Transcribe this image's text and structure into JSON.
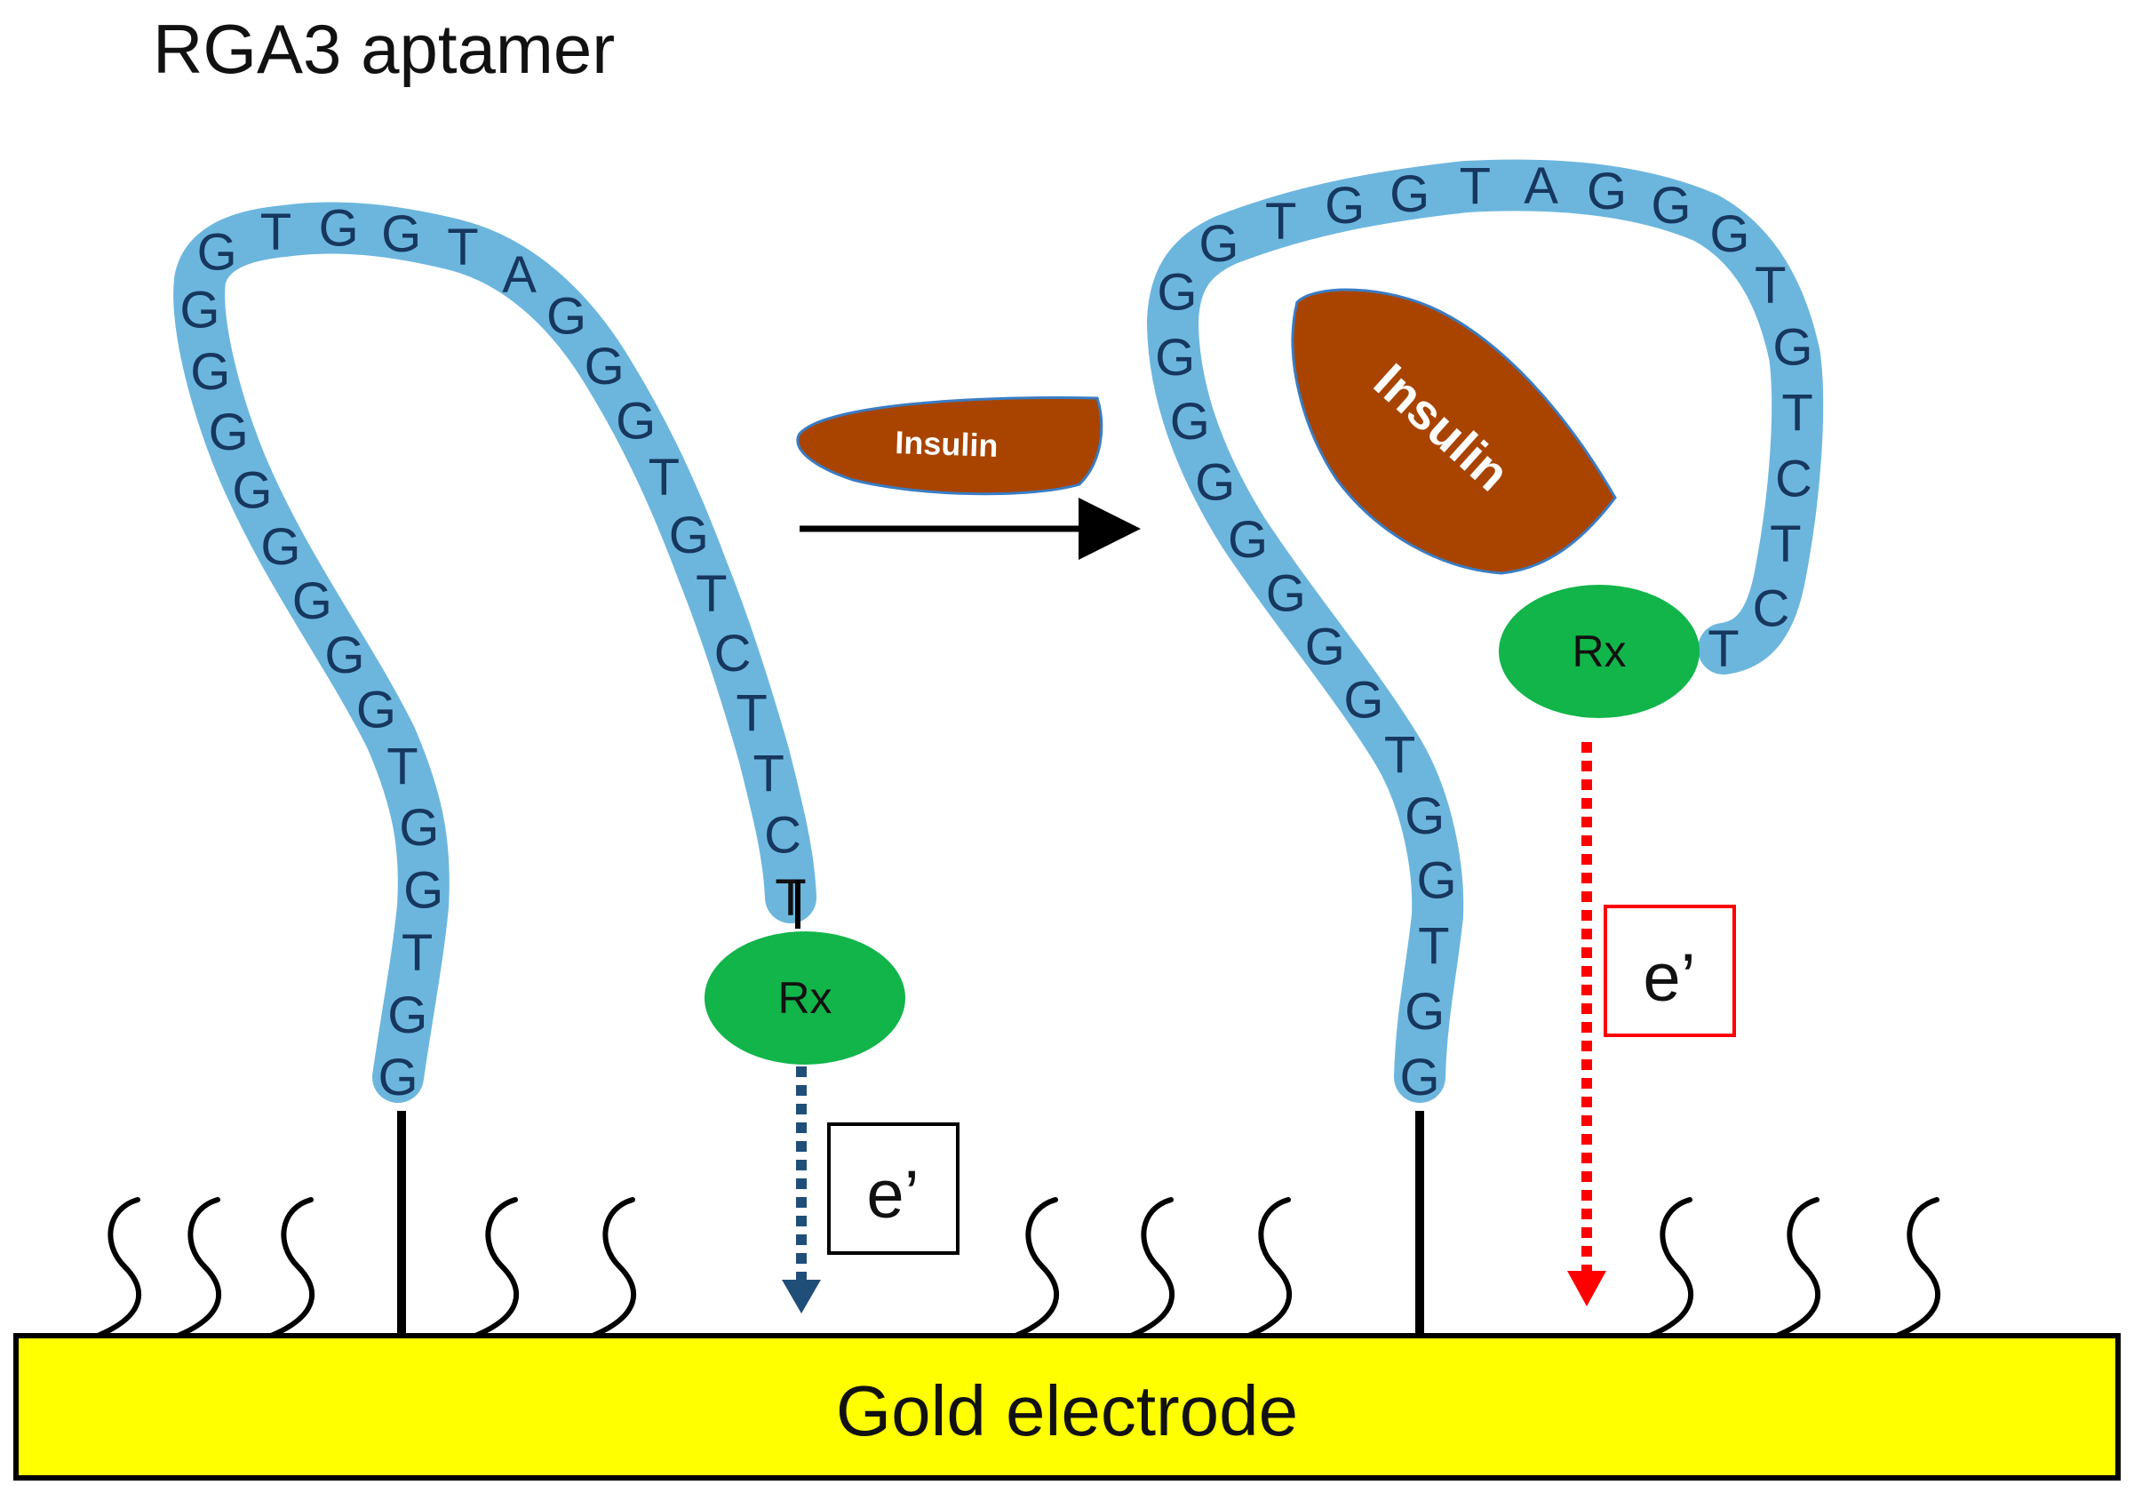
{
  "title": "RGA3 aptamer",
  "electrode": {
    "label": "Gold electrode"
  },
  "insulin_free": {
    "label": "Insulin"
  },
  "insulin_bound": {
    "label": "Insulin"
  },
  "redox_left": {
    "label": "Rx"
  },
  "redox_right": {
    "label": "Rx"
  },
  "electron_left": {
    "label": "e’"
  },
  "electron_right": {
    "label": "e’"
  },
  "sequence_left": [
    "G",
    "G",
    "T",
    "G",
    "G",
    "T",
    "G",
    "G",
    "G",
    "G",
    "G",
    "G",
    "G",
    "G",
    "G",
    "T",
    "G",
    "G",
    "T",
    "A",
    "G",
    "G",
    "G",
    "T",
    "G",
    "T",
    "C",
    "T",
    "T",
    "C",
    "T"
  ],
  "sequence_right": [
    "G",
    "G",
    "T",
    "G",
    "G",
    "T",
    "G",
    "G",
    "G",
    "G",
    "G",
    "G",
    "G",
    "G",
    "G",
    "T",
    "G",
    "G",
    "T",
    "A",
    "G",
    "G",
    "G",
    "T",
    "G",
    "T",
    "C",
    "T",
    "C",
    "T"
  ],
  "colors": {
    "aptamer_band": "#6cb6de",
    "nucleotide_text": "#17375e",
    "insulin": "#a84400",
    "redox": "#11b54a",
    "electrode": "#ffff00",
    "arrow_left": "#1f4e79",
    "arrow_right": "#ff0000",
    "box_right_border": "#ff0000"
  }
}
